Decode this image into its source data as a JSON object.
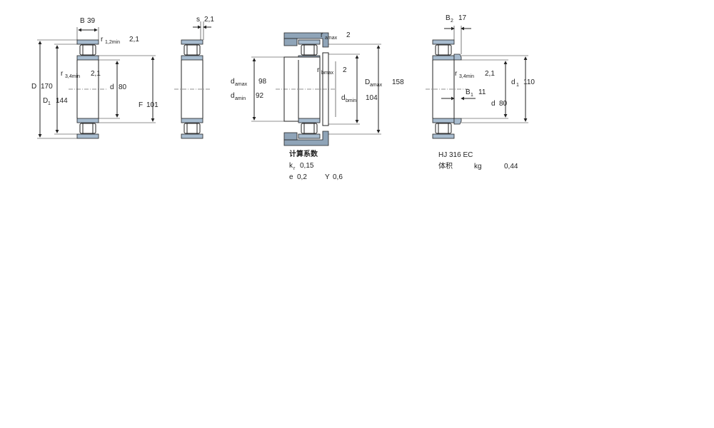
{
  "drawing1": {
    "B_label": "B",
    "B_value": "39",
    "r12_label": "r",
    "r12_sub": "1,2min",
    "r12_value": "2,1",
    "r34_label": "r",
    "r34_sub": "3,4min",
    "r34_value": "2,1",
    "D_label": "D",
    "D_value": "170",
    "D1_label": "D",
    "D1_sub": "1",
    "D1_value": "144",
    "d_label": "d",
    "d_value": "80",
    "F_label": "F",
    "F_value": "101"
  },
  "drawing2": {
    "s_label": "s",
    "s_value": "2,1"
  },
  "drawing3": {
    "ramax_label": "r",
    "ramax_sub": "amax",
    "ramax_value": "2",
    "rbmax_label": "r",
    "rbmax_sub": "bmax",
    "rbmax_value": "2",
    "damax_label": "d",
    "damax_sub": "amax",
    "damax_value": "98",
    "damin_label": "d",
    "damin_sub": "amin",
    "damin_value": "92",
    "Damax_label": "D",
    "Damax_sub": "amax",
    "Damax_value": "158",
    "dbmin_label": "d",
    "dbmin_sub": "bmin",
    "dbmin_value": "104"
  },
  "calc": {
    "title": "计算系数",
    "kr_label": "k",
    "kr_sub": "r",
    "kr_value": "0,15",
    "e_label": "e",
    "e_value": "0,2",
    "Y_label": "Y",
    "Y_value": "0,6"
  },
  "drawing4": {
    "B2_label": "B",
    "B2_sub": "2",
    "B2_value": "17",
    "r34_label": "r",
    "r34_sub": "3,4min",
    "r34_value": "2,1",
    "B1_label": "B",
    "B1_sub": "1",
    "B1_value": "11",
    "d_label": "d",
    "d_value": "80",
    "d1_label": "d",
    "d1_sub": "1",
    "d1_value": "110",
    "product": "HJ 316 EC",
    "volume_label": "体积",
    "volume_unit": "kg",
    "volume_value": "0,44"
  },
  "colors": {
    "line": "#222222",
    "housing": "#8fa4b8",
    "ring": "#a8bccf",
    "roller_fill": "#ffffff"
  }
}
